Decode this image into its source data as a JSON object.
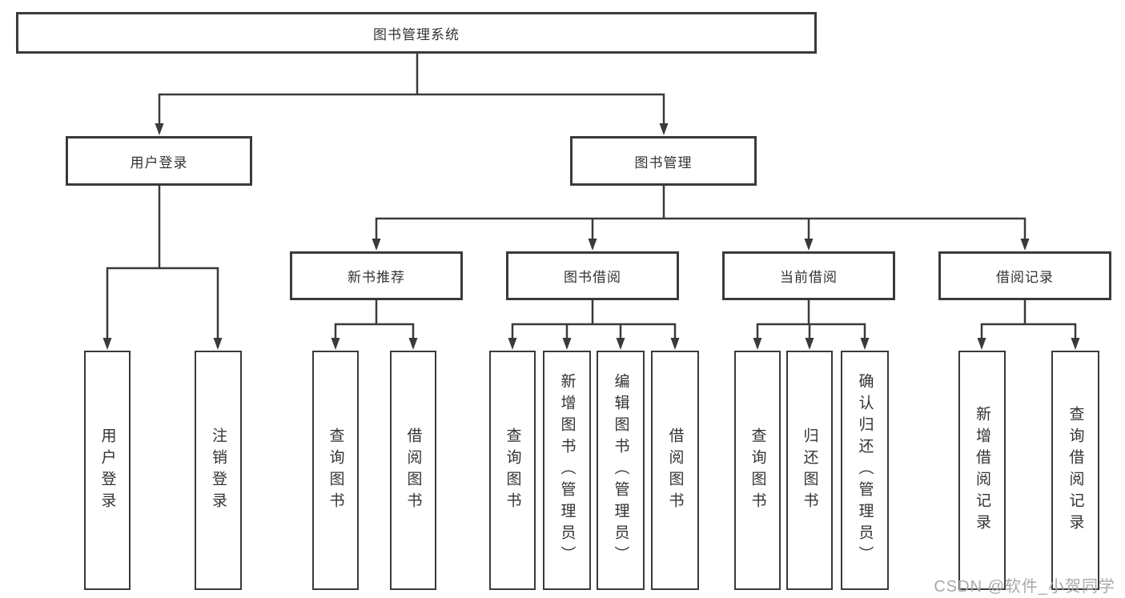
{
  "diagram_title": "图书管理系统",
  "watermark": "CSDN @软件_小贺同学",
  "colors": {
    "line": "#3a3a3a",
    "box_border": "#3a3a3a",
    "text": "#333333",
    "watermark_text": "#a9a9a9",
    "background": "#ffffff"
  },
  "nodes": {
    "root": "图书管理系统",
    "user_login": "用户登录",
    "book_mgmt": "图书管理",
    "new_book_rec": "新书推荐",
    "book_borrow": "图书借阅",
    "current_borrow": "当前借阅",
    "borrow_record": "借阅记录",
    "ul_login": "用户登录",
    "ul_logout": "注销登录",
    "nbr_query": "查询图书",
    "nbr_borrow": "借阅图书",
    "bb_query": "查询图书",
    "bb_add": "新增图书（管理员）",
    "bb_edit": "编辑图书（管理员）",
    "bb_borrow": "借阅图书",
    "cb_query": "查询图书",
    "cb_return": "归还图书",
    "cb_confirm": "确认归还（管理员）",
    "br_add": "新增借阅记录",
    "br_query": "查询借阅记录"
  },
  "hierarchy": {
    "图书管理系统": {
      "用户登录": [
        "用户登录",
        "注销登录"
      ],
      "图书管理": {
        "新书推荐": [
          "查询图书",
          "借阅图书"
        ],
        "图书借阅": [
          "查询图书",
          "新增图书（管理员）",
          "编辑图书（管理员）",
          "借阅图书"
        ],
        "当前借阅": [
          "查询图书",
          "归还图书",
          "确认归还（管理员）"
        ],
        "借阅记录": [
          "新增借阅记录",
          "查询借阅记录"
        ]
      }
    }
  }
}
